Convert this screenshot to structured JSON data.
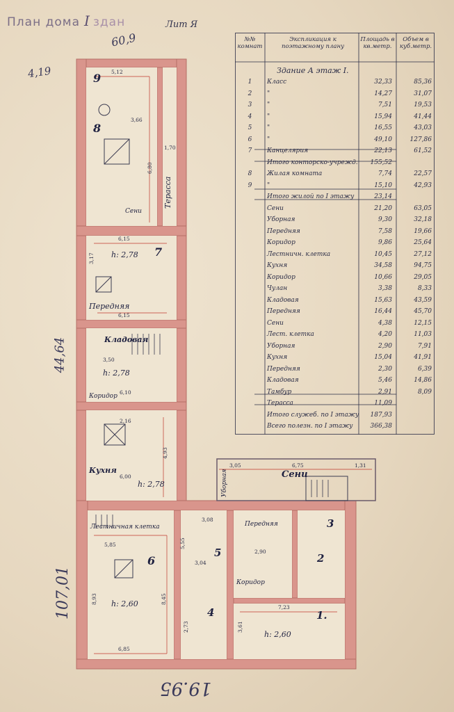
{
  "header": {
    "stamp_label": "План дома",
    "stamp_number": "I",
    "stamp_smudge": "здан",
    "litera": "Лит Я"
  },
  "notes": {
    "top_dim": "60,9",
    "top_dim2": "4,19",
    "left_total": "44,64",
    "left_bottom": "107,01",
    "bottom_total": "19.95"
  },
  "table": {
    "headers": {
      "col_num": "№№ комнат",
      "col_name": "Экспликация к поэтажному плану",
      "col_area": "Площадь в кв.метр.",
      "col_vol": "Объем в куб.метр."
    },
    "section_title": "Здание А этаж I.",
    "rows": [
      {
        "num": "1",
        "name": "Класс",
        "area": "32,33",
        "vol": "85,36"
      },
      {
        "num": "2",
        "name": "\"",
        "area": "14,27",
        "vol": "31,07"
      },
      {
        "num": "3",
        "name": "\"",
        "area": "7,51",
        "vol": "19,53"
      },
      {
        "num": "4",
        "name": "\"",
        "area": "15,94",
        "vol": "41,44"
      },
      {
        "num": "5",
        "name": "\"",
        "area": "16,55",
        "vol": "43,03"
      },
      {
        "num": "6",
        "name": "\"",
        "area": "49,10",
        "vol": "127,86"
      },
      {
        "num": "7",
        "name": "Канцелярия",
        "area": "22,13",
        "vol": "61,52"
      },
      {
        "num": "",
        "name": "Итого конторско-учрежд.",
        "area": "155,52",
        "vol": ""
      },
      {
        "num": "8",
        "name": "Жилая комната",
        "area": "7,74",
        "vol": "22,57"
      },
      {
        "num": "9",
        "name": "\"",
        "area": "15,10",
        "vol": "42,93"
      },
      {
        "num": "",
        "name": "Итого жилой по I этажу",
        "area": "23,14",
        "vol": ""
      },
      {
        "num": "",
        "name": "Сени",
        "area": "21,20",
        "vol": "63,05"
      },
      {
        "num": "",
        "name": "Уборная",
        "area": "9,30",
        "vol": "32,18"
      },
      {
        "num": "",
        "name": "Передняя",
        "area": "7,58",
        "vol": "19,66"
      },
      {
        "num": "",
        "name": "Коридор",
        "area": "9,86",
        "vol": "25,64"
      },
      {
        "num": "",
        "name": "Лестничн. клетка",
        "area": "10,45",
        "vol": "27,12"
      },
      {
        "num": "",
        "name": "Кухня",
        "area": "34,58",
        "vol": "94,75"
      },
      {
        "num": "",
        "name": "Коридор",
        "area": "10,66",
        "vol": "29,05"
      },
      {
        "num": "",
        "name": "Чулан",
        "area": "3,38",
        "vol": "8,33"
      },
      {
        "num": "",
        "name": "Кладовая",
        "area": "15,63",
        "vol": "43,59"
      },
      {
        "num": "",
        "name": "Передняя",
        "area": "16,44",
        "vol": "45,70"
      },
      {
        "num": "",
        "name": "Сени",
        "area": "4,38",
        "vol": "12,15"
      },
      {
        "num": "",
        "name": "Лест. клетка",
        "area": "4,20",
        "vol": "11,03"
      },
      {
        "num": "",
        "name": "Уборная",
        "area": "2,90",
        "vol": "7,91"
      },
      {
        "num": "",
        "name": "Кухня",
        "area": "15,04",
        "vol": "41,91"
      },
      {
        "num": "",
        "name": "Передняя",
        "area": "2,30",
        "vol": "6,39"
      },
      {
        "num": "",
        "name": "Кладовая",
        "area": "5,46",
        "vol": "14,86"
      },
      {
        "num": "",
        "name": "Тамбур",
        "area": "2,91",
        "vol": "8,09"
      },
      {
        "num": "",
        "name": "Терасса",
        "area": "11,09",
        "vol": ""
      },
      {
        "num": "",
        "name": "Итого служеб. по I этажу",
        "area": "187,93",
        "vol": ""
      },
      {
        "num": "",
        "name": "Всего полезн. по I этажу",
        "area": "366,38",
        "vol": ""
      }
    ]
  },
  "plan": {
    "labels": {
      "room9": "9",
      "room8": "8",
      "room7": "7",
      "room6": "6",
      "room5": "5",
      "room4": "4",
      "room3": "3",
      "room2": "2",
      "room1": "1.",
      "terrace": "Терасса",
      "perednyaya_top": "Передняя",
      "kladovaya": "Кладовая",
      "koridor_mid": "Коридор",
      "kukhnya": "Кухня",
      "senyi_mid": "Сени",
      "senyi_top": "Сени",
      "ubornaya": "Уборная",
      "lestn_kletka": "Лестничная клетка",
      "perednyaya_bottom": "Передняя",
      "koridor_bottom": "Коридор",
      "h_278_a": "h: 2,78",
      "h_278_b": "h: 2,78",
      "h_278_c": "h: 2,78",
      "h_260_a": "h: 2,60",
      "h_260_b": "h: 2,60"
    },
    "dims": {
      "d1": "5,12",
      "d2": "3,66",
      "d3": "1,70",
      "d4": "6,80",
      "d5": "6,15",
      "d6": "6,15",
      "d7": "3,17",
      "d8": "6,10",
      "d9": "3,50",
      "d10": "2,16",
      "d11": "6,00",
      "d12": "4,93",
      "d13": "6,75",
      "d14": "3,05",
      "d15": "1,31",
      "d16": "5,85",
      "d17": "8,93",
      "d18": "8,45",
      "d19": "6,85",
      "d20": "3,08",
      "d21": "3,04",
      "d22": "5,55",
      "d23": "2,90",
      "d24": "7,23",
      "d25": "3,61",
      "d26": "2,73"
    }
  }
}
